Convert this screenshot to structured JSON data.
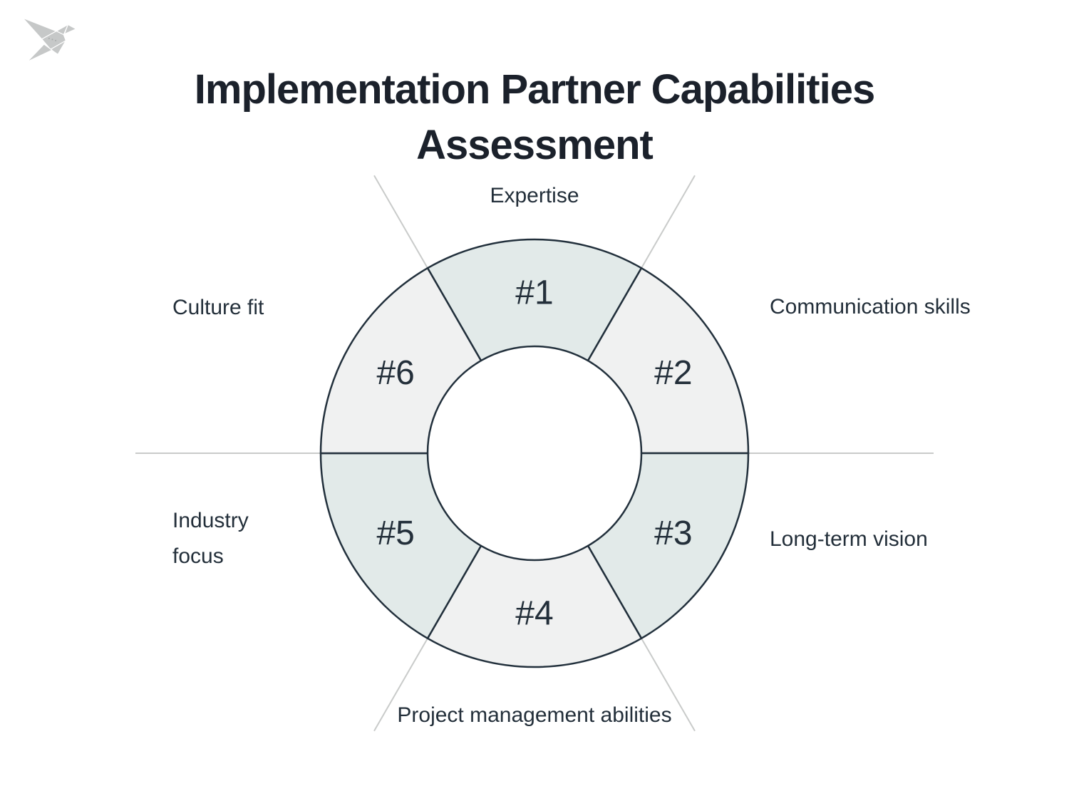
{
  "brand": {
    "logo_icon": "origami-bird-logo"
  },
  "title": {
    "line1": "Implementation Partner Capabilities",
    "line2": "Assessment"
  },
  "diagram": {
    "type": "segmented-donut-wheel",
    "segments": [
      {
        "number": "#1",
        "label": "Expertise",
        "tone": "teal"
      },
      {
        "number": "#2",
        "label": "Communication skills",
        "tone": "gray"
      },
      {
        "number": "#3",
        "label": "Long-term vision",
        "tone": "teal"
      },
      {
        "number": "#4",
        "label": "Project management abilities",
        "tone": "gray"
      },
      {
        "number": "#5",
        "label": "Industry focus",
        "tone": "teal"
      },
      {
        "number": "#6",
        "label": "Culture fit",
        "tone": "gray"
      }
    ],
    "colors": {
      "teal": "#e2eae9",
      "gray": "#f0f1f1",
      "stroke": "#22303c",
      "guide": "#c9cbca",
      "number_text": "#232f3a",
      "label_text": "#232f3a",
      "title_text": "#1b212b",
      "logo": "#c6c8c8"
    }
  }
}
